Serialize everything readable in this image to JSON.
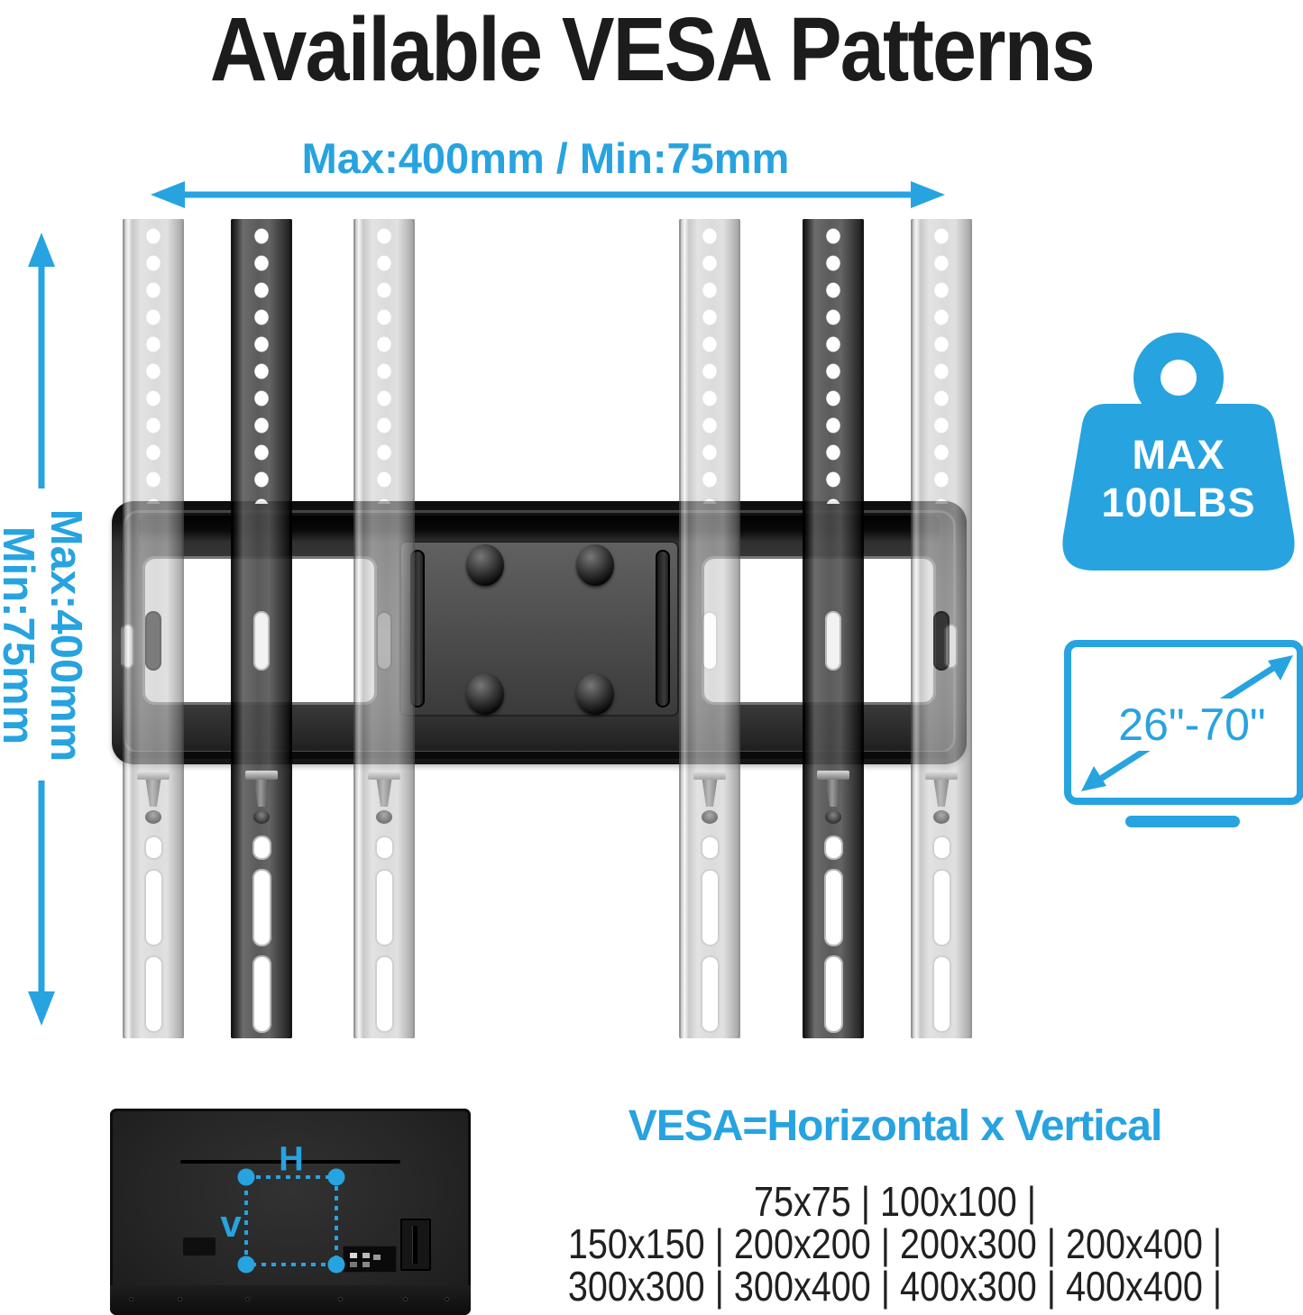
{
  "title": "Available VESA Patterns",
  "colors": {
    "accent_blue": "#27a3e0",
    "title_text": "#1c1c1c",
    "list_text": "#202020",
    "bracket_black": "#1a1a1a",
    "rail_gray": "#c6c6c6"
  },
  "dimension_labels": {
    "horizontal": "Max:400mm / Min:75mm",
    "vertical_line1": "Max:400mm",
    "vertical_line2": "Min:75mm"
  },
  "weight_badge": {
    "line1": "MAX",
    "line2": "100LBS"
  },
  "screen_size_badge": {
    "size_range": "26\"-70\""
  },
  "tv_diagram": {
    "horizontal_label": "H",
    "vertical_label": "v"
  },
  "vesa_info": {
    "formula": "VESA=Horizontal x Vertical",
    "patterns_lines": [
      "75x75 | 100x100 |",
      "150x150 | 200x200 | 200x300 | 200x400 |",
      "300x300 | 300x400 | 400x300 | 400x400 |"
    ],
    "patterns": [
      "75x75",
      "100x100",
      "150x150",
      "200x200",
      "200x300",
      "200x400",
      "300x300",
      "300x400",
      "400x300",
      "400x400"
    ]
  }
}
